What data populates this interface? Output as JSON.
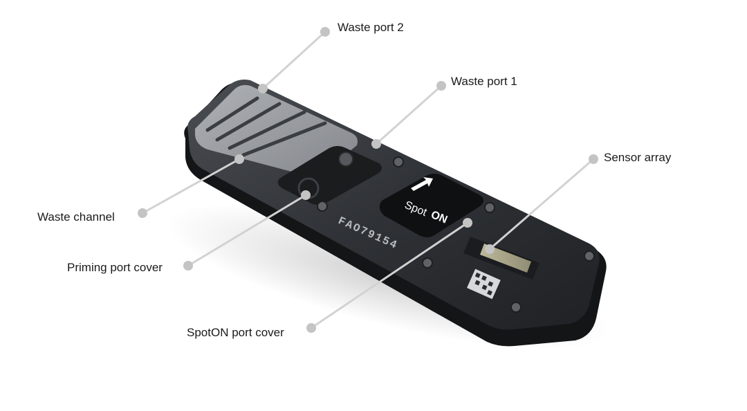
{
  "callouts": {
    "waste_port_2": "Waste port 2",
    "waste_port_1": "Waste port 1",
    "sensor_array": "Sensor array",
    "waste_channel": "Waste channel",
    "priming_port_cover": "Priming port cover",
    "spoton_port_cover": "SpotON port cover"
  },
  "device_markings": {
    "serial": "FAO79154",
    "brand_left": "Spot",
    "brand_right": "ON"
  },
  "colors": {
    "device_body": "#2a2c2f",
    "device_edge": "#141517",
    "callout_line": "#d2d2d2",
    "callout_dot": "#c4c4c4",
    "text": "#1a1a1a"
  }
}
